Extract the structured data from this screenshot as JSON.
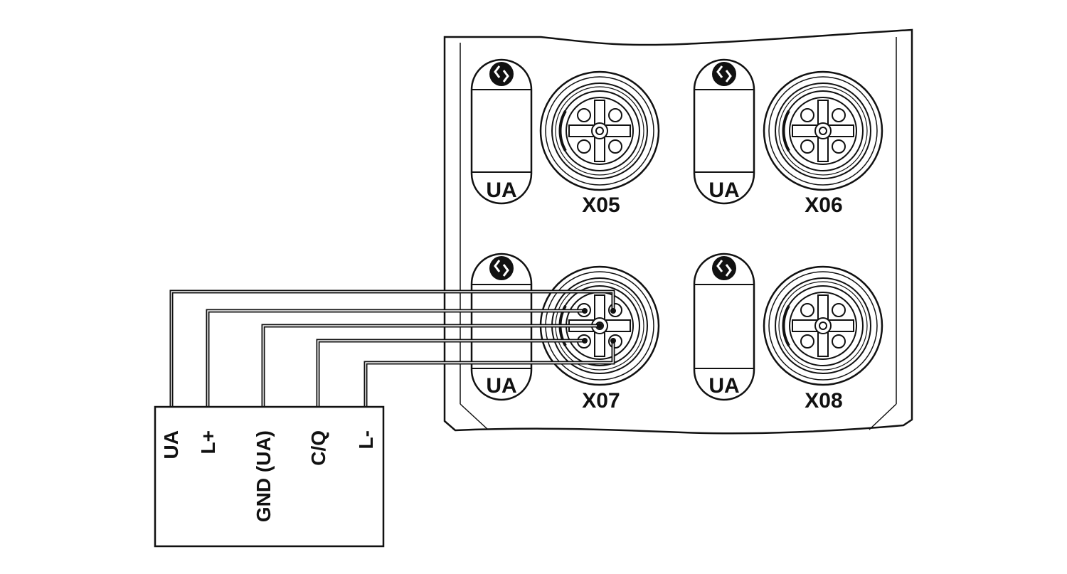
{
  "colors": {
    "ink": "#111111",
    "background": "#ffffff"
  },
  "module": {
    "ports": [
      {
        "id": "X05",
        "label": "X05",
        "ua_label": "UA",
        "status_icon": "io-link-icon"
      },
      {
        "id": "X06",
        "label": "X06",
        "ua_label": "UA",
        "status_icon": "io-link-icon"
      },
      {
        "id": "X07",
        "label": "X07",
        "ua_label": "UA",
        "status_icon": "io-link-icon"
      },
      {
        "id": "X08",
        "label": "X08",
        "ua_label": "UA",
        "status_icon": "io-link-icon"
      }
    ]
  },
  "device": {
    "terminals": [
      {
        "label": "UA"
      },
      {
        "label": "L+"
      },
      {
        "label": "GND (UA)"
      },
      {
        "label": "C/Q"
      },
      {
        "label": "L-"
      }
    ]
  },
  "wiring": [
    {
      "from": "UA",
      "to": "X07"
    },
    {
      "from": "L+",
      "to": "X07"
    },
    {
      "from": "GND (UA)",
      "to": "X07"
    },
    {
      "from": "C/Q",
      "to": "X07"
    },
    {
      "from": "L-",
      "to": "X07"
    }
  ]
}
